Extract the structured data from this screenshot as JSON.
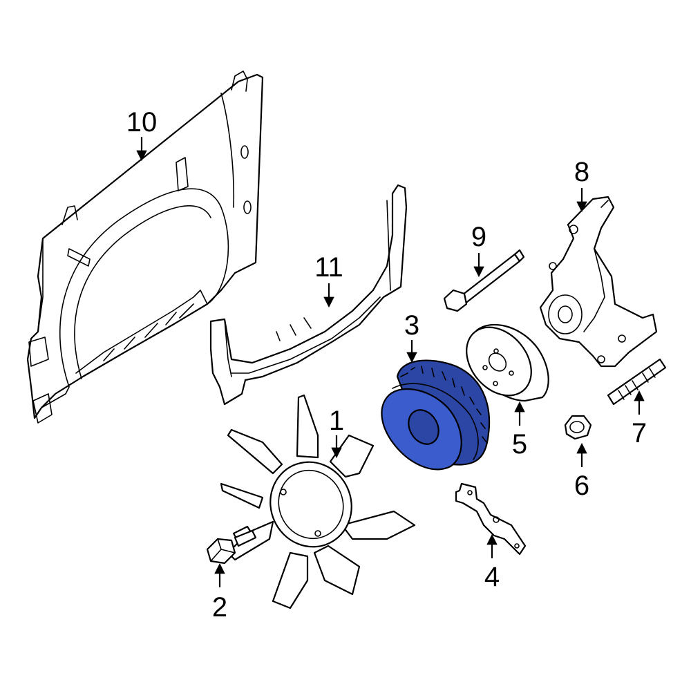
{
  "colors": {
    "highlight": "#3b5ccc",
    "highlight_shadow": "#2c46a6",
    "line": "#000000",
    "background": "#ffffff"
  },
  "highlighted_part": "3",
  "callouts": {
    "fan_blade": "1",
    "bolt": "2",
    "fan_clutch": "3",
    "bracket": "4",
    "pulley": "5",
    "nut": "6",
    "stud": "7",
    "housing": "8",
    "long_bolt": "9",
    "shroud": "10",
    "lower_shroud": "11"
  }
}
